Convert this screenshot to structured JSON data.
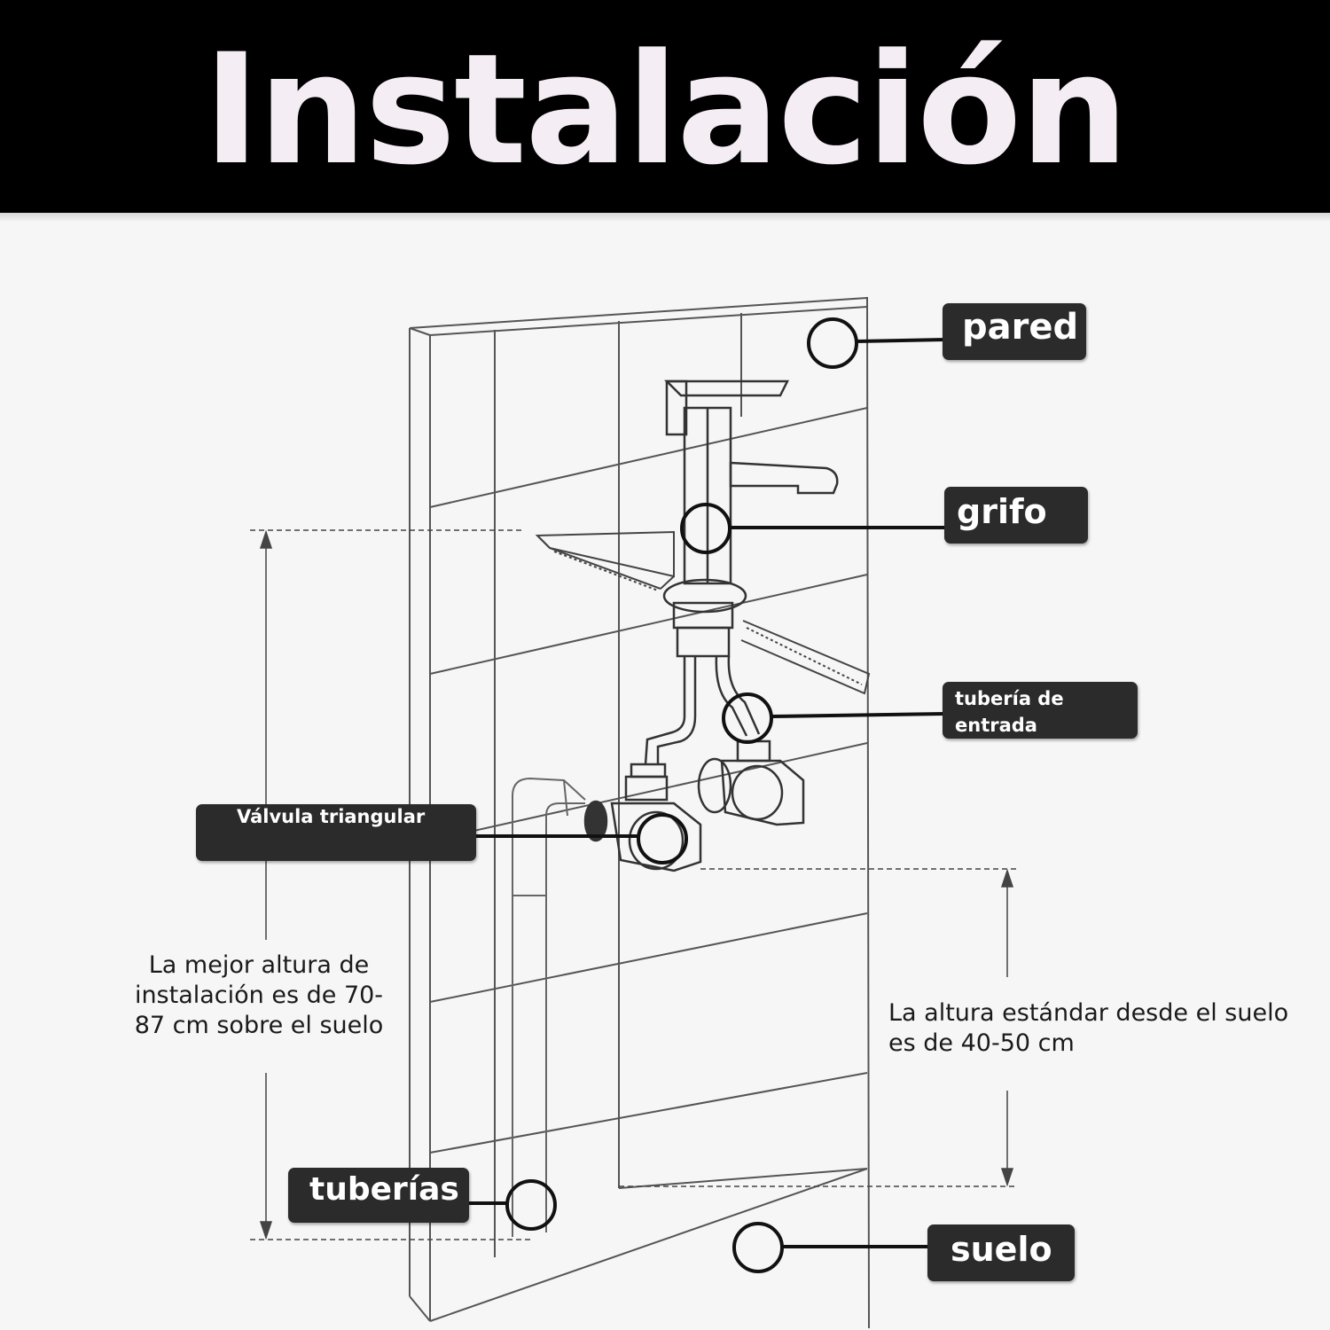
{
  "title": "Instalación",
  "labels": {
    "pared": "pared",
    "grifo": "grifo",
    "tuberia_entrada": "tubería de entrada",
    "valvula": "Válvula triangular",
    "tuberias": "tuberías",
    "suelo": "suelo"
  },
  "notes": {
    "height_best": "La mejor altura de instalación es de 70-87 cm sobre el suelo",
    "height_standard": "La altura estándar desde el suelo es de 40-50 cm"
  },
  "colors": {
    "header_bg": "#000000",
    "label_bg": "#2b2b2b",
    "label_text": "#ffffff",
    "line": "#333333"
  }
}
